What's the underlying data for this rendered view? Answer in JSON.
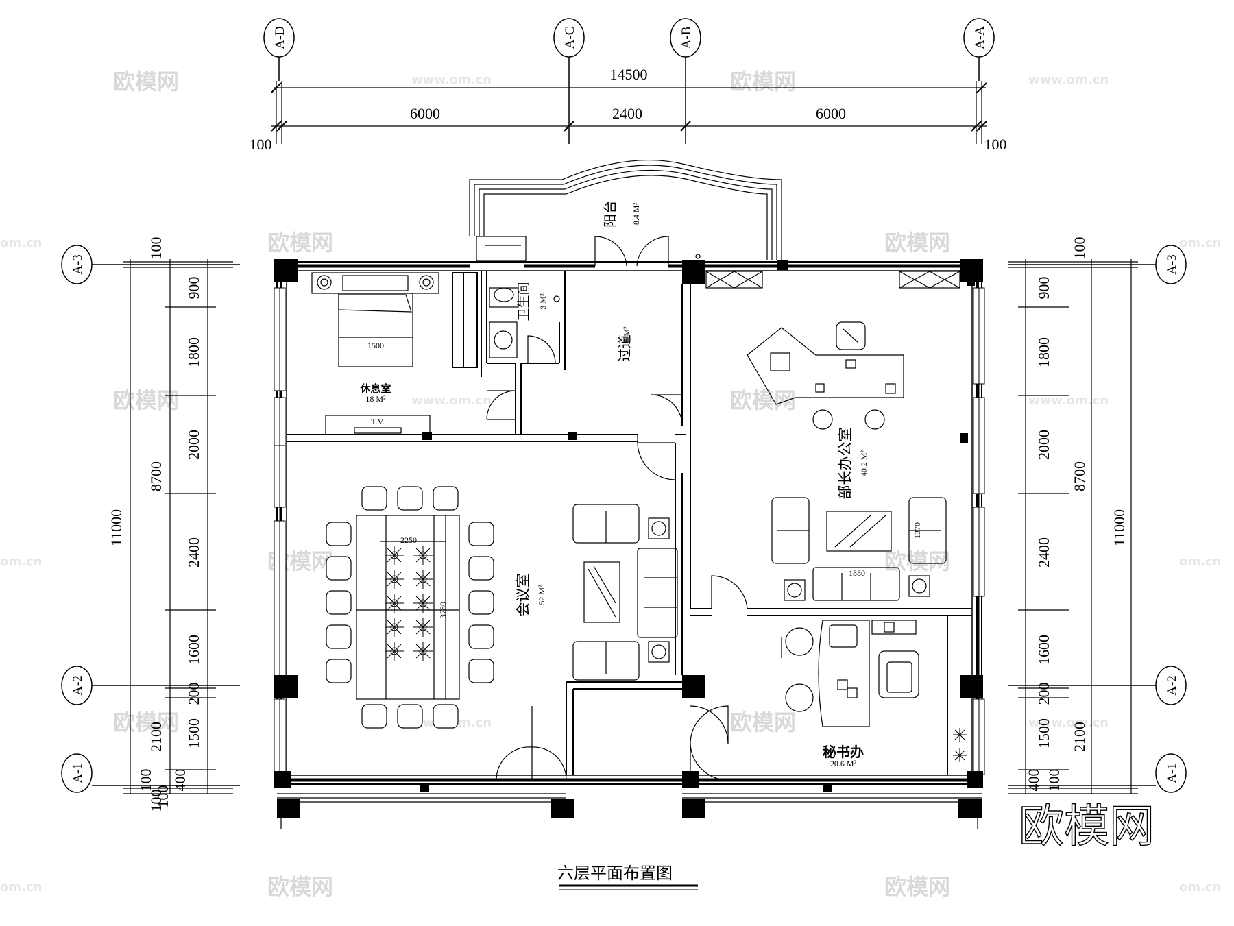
{
  "drawing": {
    "title": "六层平面布置图"
  },
  "dimensions_top": {
    "total": "14500",
    "bay_left": "6000",
    "bay_mid": "2400",
    "bay_right": "6000",
    "edge_left": "100",
    "edge_right": "100"
  },
  "dimensions_side": {
    "total": "11000",
    "inner": "8700",
    "top_edge": "100",
    "bottom_edge": "100",
    "segments": [
      "900",
      "1800",
      "2000",
      "2400",
      "1600",
      "200",
      "1500",
      "400"
    ],
    "lower_inner": "2100",
    "lower_edge": "100",
    "left_bottom_extra": "100"
  },
  "axes": {
    "top": [
      "A-D",
      "A-C",
      "A-B",
      "A-A"
    ],
    "side": [
      "A-3",
      "A-2",
      "A-1"
    ]
  },
  "rooms": {
    "balcony": {
      "name": "阳台",
      "area": "8.4 M²"
    },
    "toilet": {
      "name": "卫生间",
      "area": "3 M²"
    },
    "corridor": {
      "name": "过道",
      "area": "5 M²"
    },
    "lounge": {
      "name": "休息室",
      "area": "18 M²"
    },
    "manager": {
      "name": "部长办公室",
      "area": "40.2 M²"
    },
    "meeting": {
      "name": "会议室",
      "area": "52 M²"
    },
    "secretary": {
      "name": "秘书办",
      "area": "20.6 M²"
    }
  },
  "furniture": {
    "tv_label": "T.V.",
    "bed_width": "1500",
    "table_width": "2250",
    "table_length": "3780",
    "sofa_length": "1880",
    "sofa_depth": "1370"
  },
  "watermark": {
    "brand": "欧模网",
    "url": "www.om.cn",
    "url_short": "om.cn"
  }
}
